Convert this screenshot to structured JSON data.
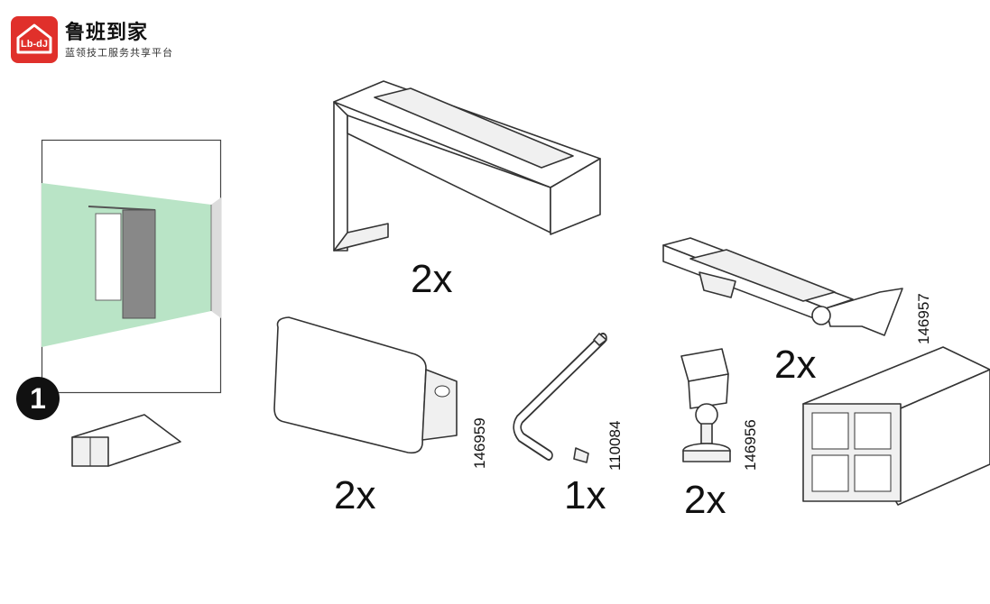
{
  "brand": {
    "logo_text": "Lb-dJ",
    "name": "鲁班到家",
    "tagline": "蓝领技工服务共享平台"
  },
  "step": {
    "number": "1"
  },
  "parts": [
    {
      "id": "wall-bracket",
      "quantity": "2x",
      "part_number": ""
    },
    {
      "id": "end-cap",
      "quantity": "2x",
      "part_number": "146959"
    },
    {
      "id": "allen-key",
      "quantity": "1x",
      "part_number": "110084"
    },
    {
      "id": "glider",
      "quantity": "2x",
      "part_number": "146956"
    },
    {
      "id": "ceiling-bracket",
      "quantity": "2x",
      "part_number": "146957"
    }
  ],
  "colors": {
    "brand_red": "#e0302b",
    "wall_green": "#b9e4c6"
  }
}
